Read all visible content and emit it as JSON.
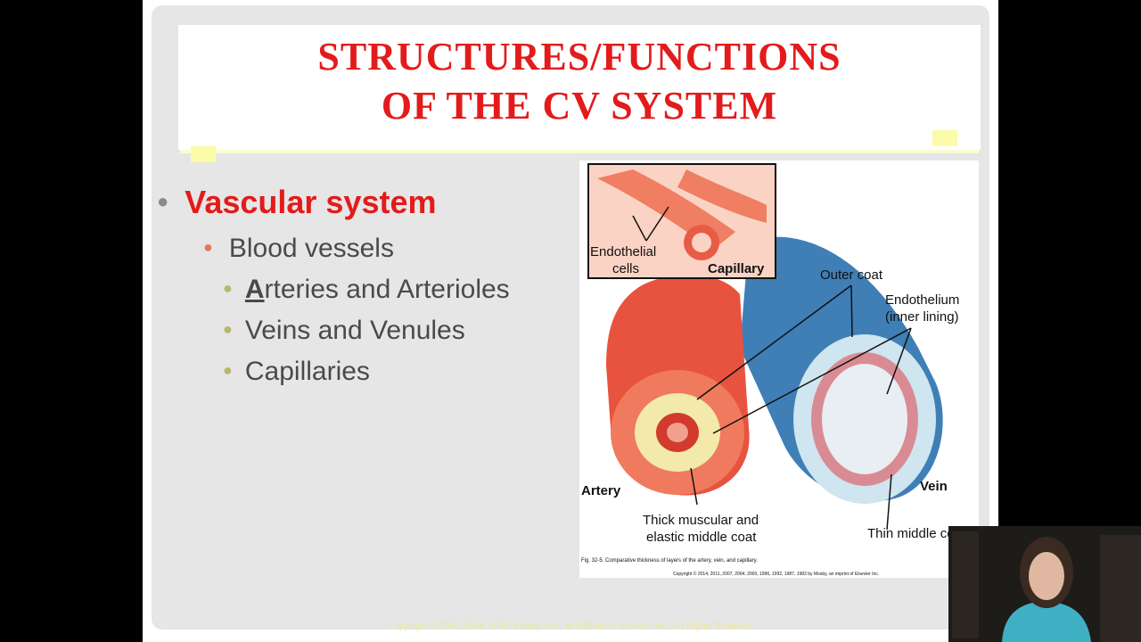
{
  "slide": {
    "title_line1": "STRUCTURES/FUNCTIONS",
    "title_line2": "OF THE CV SYSTEM",
    "bullets": {
      "level1": "Vascular system",
      "level2": "Blood vessels",
      "level3": [
        {
          "first_letter": "A",
          "rest": "rteries and Arterioles"
        },
        {
          "text": "Veins and Venules"
        },
        {
          "text": "Capillaries"
        }
      ]
    },
    "copyright_footer": "Copyright © 2002, 2004, 2000, Mosby, Inc., an affiliate of Elsevier Inc. All Rights Reserved."
  },
  "figure": {
    "labels": {
      "endothelial_cells_1": "Endothelial",
      "endothelial_cells_2": "cells",
      "capillary": "Capillary",
      "outer_coat": "Outer coat",
      "endothelium_1": "Endothelium",
      "endothelium_2": "(inner lining)",
      "artery": "Artery",
      "vein": "Vein",
      "thick_coat_1": "Thick muscular and",
      "thick_coat_2": "elastic middle coat",
      "thin_coat": "Thin middle coat"
    },
    "caption": "Fig. 32-5. Comparative thickness of layers of the artery, vein, and capillary.",
    "credit": "Copyright © 2014, 2011, 2007, 2004, 2000, 1996, 1992, 1987, 1983 by Mosby, an imprint of Elsevier Inc."
  },
  "colors": {
    "title_red": "#e31b1b",
    "artery_red": "#e8533f",
    "vein_blue": "#3a78b0",
    "accent_yellow": "#fbfba8"
  }
}
